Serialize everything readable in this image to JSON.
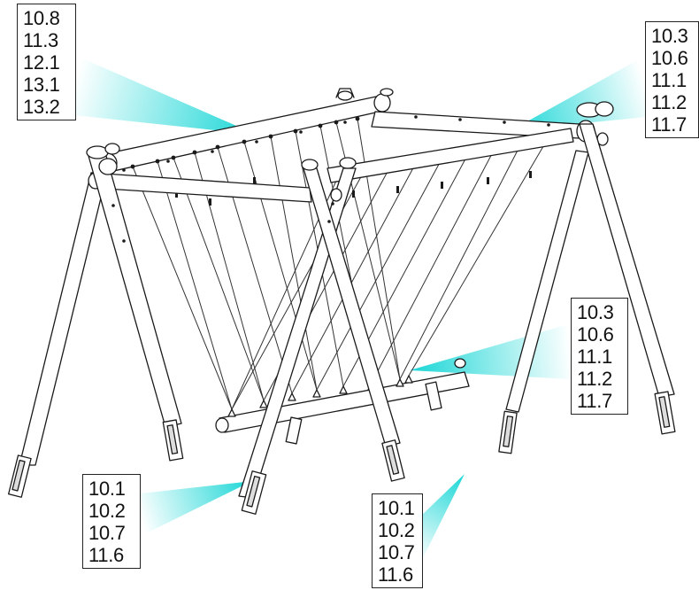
{
  "callouts": [
    {
      "id": "top-left",
      "lines": [
        "10.8",
        "11.3",
        "12.1",
        "13.1",
        "13.2"
      ]
    },
    {
      "id": "top-right",
      "lines": [
        "10.3",
        "10.6",
        "11.1",
        "11.2",
        "11.7"
      ]
    },
    {
      "id": "mid-right",
      "lines": [
        "10.3",
        "10.6",
        "11.1",
        "11.2",
        "11.7"
      ]
    },
    {
      "id": "bottom-left",
      "lines": [
        "10.1",
        "10.2",
        "10.7",
        "11.6"
      ]
    },
    {
      "id": "bottom-mid",
      "lines": [
        "10.1",
        "10.2",
        "10.7",
        "11.6"
      ]
    }
  ],
  "colors": {
    "pointer": "#19d6d6",
    "pointer_fade": "#ffffff",
    "line": "#1a1a1a",
    "frame_fill": "#ffffff"
  }
}
